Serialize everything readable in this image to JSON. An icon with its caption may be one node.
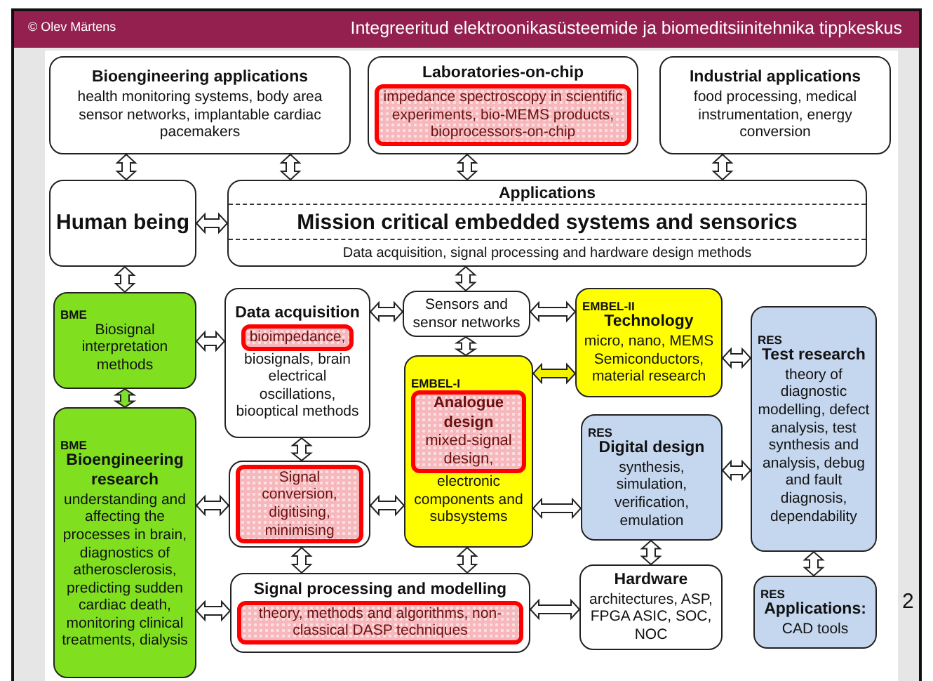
{
  "diagram": {
    "title": "Integreeritud elektroonikasüsteemide ja biomeditsiinitehnika tippkeskus",
    "nodes": [
      {
        "text": [
          "Bioengineering applications",
          "health monitoring systems, body area sensor networks, implantable cardiac pacemakers"
        ]
      },
      {
        "text": [
          "Laboratories-on-chip",
          "impedance spectroscopy in scientific experiments, bio-MEMS products, bioprocessors-on-chip"
        ]
      },
      {
        "text": [
          "Industrial applications",
          "food processing, medical instrumentation, energy conversion"
        ]
      },
      {
        "text": [
          "Human being"
        ]
      },
      {
        "text": [
          "Applications",
          "Mission critical embedded systems and sensorics",
          "Data acquisition, signal processing and hardware design methods"
        ]
      },
      {
        "text": [
          "BME",
          "Biosignal interpretation methods"
        ]
      },
      {
        "text": [
          "Data acquisition",
          "bioimpedance,",
          "biosignals, brain electrical oscillations, biooptical methods"
        ]
      },
      {
        "text": [
          "Sensors and sensor networks"
        ]
      },
      {
        "text": [
          "EMBEL-II",
          "Technology",
          "micro, nano, MEMS Semiconductors, material research"
        ]
      },
      {
        "text": [
          "RES",
          "Test research",
          "theory of diagnostic modelling, defect analysis, test synthesis and analysis, debug and fault diagnosis, dependability"
        ]
      },
      {
        "text": [
          "EMBEL-I",
          "**Analogue design** mixed-signal design,",
          "electronic components and subsystems"
        ]
      },
      {
        "text": [
          "BME",
          "Bioengineering research",
          "understanding and affecting the processes in brain, diagnostics of atherosclerosis, predicting sudden cardiac death, monitoring clinical treatments, dialysis"
        ]
      },
      {
        "text": [
          "Signal conversion, digitising, minimising"
        ]
      },
      {
        "text": [
          "RES",
          "Digital design",
          "synthesis, simulation, verification, emulation"
        ]
      },
      {
        "text": [
          "Signal processing and modelling",
          "theory, methods and algorithms, non-classical DASP techniques"
        ]
      },
      {
        "text": [
          "Hardware",
          "architectures, ASP, FPGA ASIC, SOC, NOC"
        ]
      },
      {
        "text": [
          "RES",
          "Applications:",
          "CAD tools"
        ]
      }
    ],
    "edges": [
      {
        "from": 0,
        "to": 3,
        "arrow": "both"
      },
      {
        "from": 0,
        "to": 4,
        "arrow": "both"
      },
      {
        "from": 1,
        "to": 4,
        "arrow": "both"
      },
      {
        "from": 2,
        "to": 4,
        "arrow": "both"
      },
      {
        "from": 3,
        "to": 4,
        "arrow": "both"
      },
      {
        "from": 3,
        "to": 5,
        "arrow": "both"
      },
      {
        "from": 4,
        "to": 7,
        "arrow": "both"
      },
      {
        "from": 5,
        "to": 6,
        "arrow": "both"
      },
      {
        "from": 6,
        "to": 7,
        "arrow": "both"
      },
      {
        "from": 7,
        "to": 8,
        "arrow": "both"
      },
      {
        "from": 7,
        "to": 10,
        "arrow": "both"
      },
      {
        "from": 5,
        "to": 11,
        "arrow": "both",
        "color": "#7ee02a"
      },
      {
        "from": 6,
        "to": 12,
        "arrow": "both"
      },
      {
        "from": 11,
        "to": 12,
        "arrow": "both"
      },
      {
        "from": 12,
        "to": 10,
        "arrow": "both"
      },
      {
        "from": 8,
        "to": 10,
        "arrow": "both",
        "color": "#f2f200"
      },
      {
        "from": 8,
        "to": 9,
        "arrow": "both"
      },
      {
        "from": 10,
        "to": 13,
        "arrow": "both"
      },
      {
        "from": 13,
        "to": 9,
        "arrow": "both"
      },
      {
        "from": 10,
        "to": 14,
        "arrow": "both"
      },
      {
        "from": 12,
        "to": 14,
        "arrow": "both"
      },
      {
        "from": 11,
        "to": 14,
        "arrow": "both"
      },
      {
        "from": 14,
        "to": 15,
        "arrow": "both"
      },
      {
        "from": 13,
        "to": 15,
        "arrow": "both"
      },
      {
        "from": 9,
        "to": 16,
        "arrow": "both"
      }
    ],
    "labels": [
      "© Olev Märtens",
      "2"
    ]
  }
}
